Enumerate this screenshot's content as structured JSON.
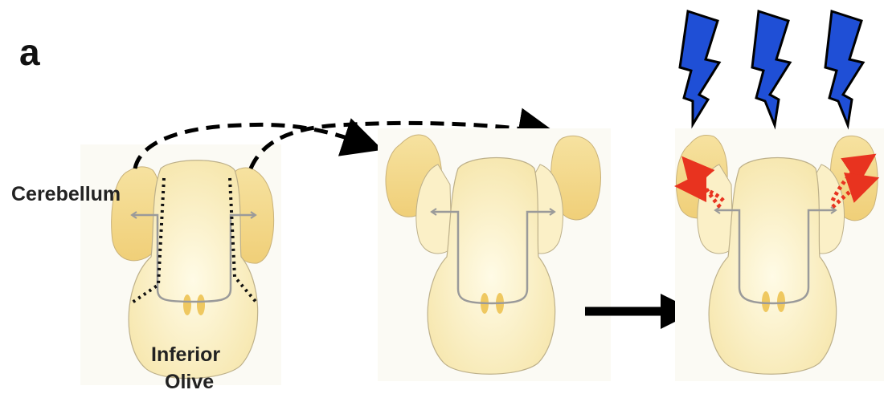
{
  "panel_letter": "a",
  "labels": {
    "cerebellum": "Cerebellum",
    "inferior_olive_line1": "Inferior",
    "inferior_olive_line2": "Olive"
  },
  "colors": {
    "tissue_fill": "#f8eebf",
    "cerebellum_fill": "#f3d78a",
    "outline": "#888888",
    "lightning": "#1f4fd6",
    "red_arrows": "#e8331f",
    "arrow_black": "#000000"
  },
  "stimulus_count": 3
}
